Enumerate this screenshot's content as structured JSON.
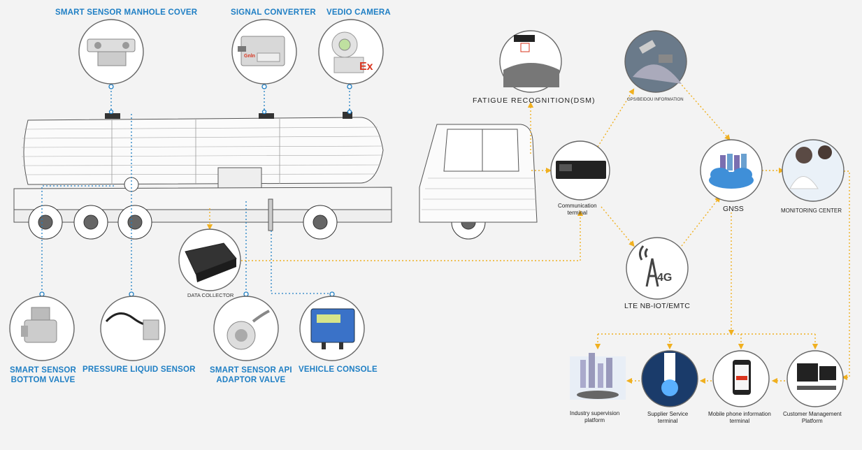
{
  "sensors": {
    "manhole_cover": "SMART SENSOR MANHOLE COVER",
    "signal_converter": "SIGNAL CONVERTER",
    "video_camera": "VEDIO CAMERA",
    "bottom_valve": [
      "SMART SENSOR",
      "BOTTOM VALVE"
    ],
    "pressure_liquid": "PRESSURE LIQUID SENSOR",
    "api_adaptor": [
      "SMART SENSOR API",
      "ADAPTOR VALVE"
    ],
    "vehicle_console": "VEHICLE CONSOLE",
    "data_collector": "DATA COLLECTOR"
  },
  "system": {
    "fatigue": "FATIGUE  RECOGNITION(DSM)",
    "gps": "GPS/BEIDOU INFORMATION",
    "communication_terminal": [
      "Communication",
      "terminal"
    ],
    "gnss": "GNSS",
    "monitoring_center": "MONITORING CENTER",
    "lte": "LTE NB-IOT/EMTC",
    "lte_badge": "4G",
    "converter_brand": "Gnln",
    "camera_badge": "Ex"
  },
  "platforms": {
    "industry": [
      "Industry supervision",
      "platform"
    ],
    "supplier": [
      "Supplier Service",
      "terminal"
    ],
    "mobile": [
      "Mobile phone information",
      "terminal"
    ],
    "customer": [
      "Customer Management",
      "Platform"
    ]
  },
  "colors": {
    "blue": "#1f7fc4",
    "orange": "#f0b020",
    "accent_red": "#d9341e"
  }
}
